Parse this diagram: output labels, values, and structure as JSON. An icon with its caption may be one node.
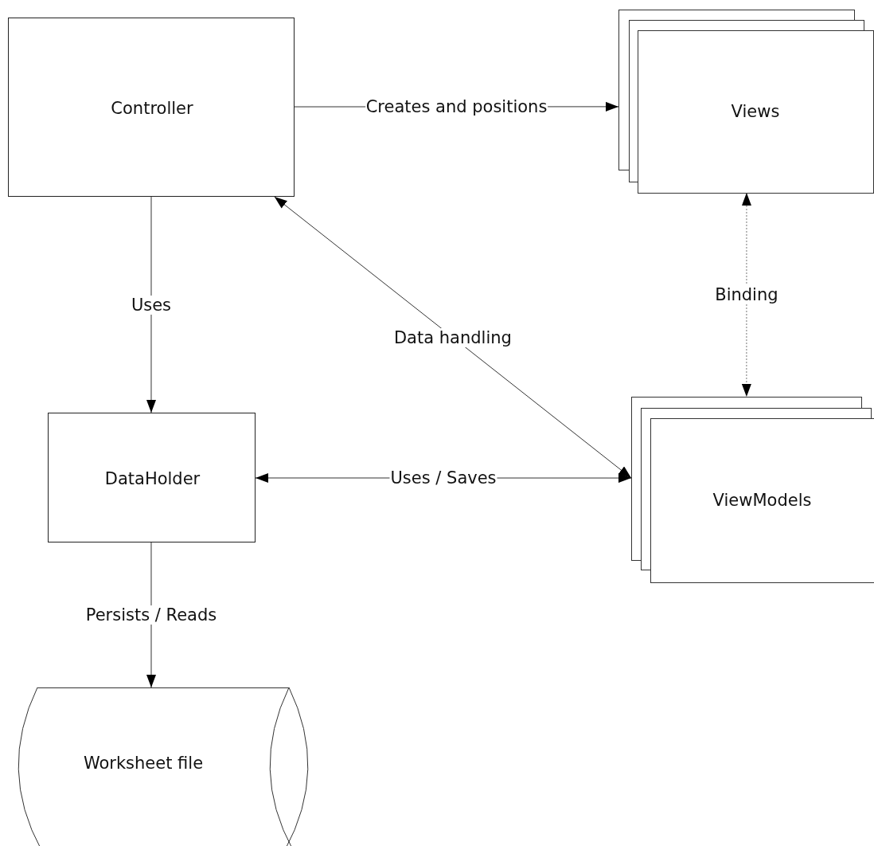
{
  "diagram": {
    "nodes": [
      {
        "text": [
          "Controller"
        ]
      },
      {
        "text": [
          "Views"
        ]
      },
      {
        "text": [
          "DataHolder"
        ]
      },
      {
        "text": [
          "ViewModels"
        ]
      },
      {
        "text": [
          "Worksheet file"
        ]
      }
    ],
    "edges": [
      {
        "from": 0,
        "to": 1,
        "arrow": "to",
        "label": "Creates and positions"
      },
      {
        "from": 1,
        "to": 3,
        "arrow": "both",
        "label": "Binding",
        "style": "dashed"
      },
      {
        "from": 0,
        "to": 3,
        "arrow": "both",
        "label": "Data handling"
      },
      {
        "from": 0,
        "to": 2,
        "arrow": "to",
        "label": "Uses"
      },
      {
        "from": 2,
        "to": 3,
        "arrow": "both",
        "label": "Uses / Saves"
      },
      {
        "from": 2,
        "to": 4,
        "arrow": "to",
        "label": "Persists / Reads"
      }
    ]
  }
}
